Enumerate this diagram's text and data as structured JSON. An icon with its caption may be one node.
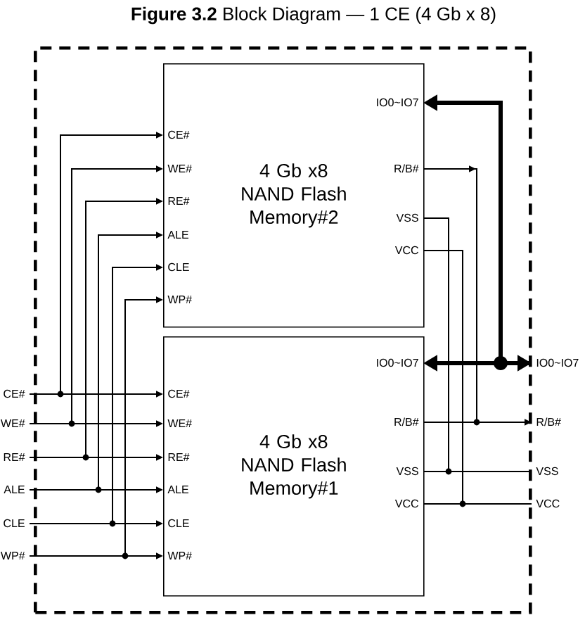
{
  "diagram": {
    "title": "**Figure 3.2** Block Diagram — 1 CE (4 Gb x 8)",
    "nodes": [
      {
        "text": [],
        "shape": "box"
      },
      {
        "text": [
          "4 Gb x8 NAND Flash Memory#2"
        ],
        "in": 0
      },
      {
        "text": [
          "CE#"
        ],
        "in": 1
      },
      {
        "text": [
          "WE#"
        ],
        "in": 1
      },
      {
        "text": [
          "RE#"
        ],
        "in": 1
      },
      {
        "text": [
          "ALE"
        ],
        "in": 1
      },
      {
        "text": [
          "CLE"
        ],
        "in": 1
      },
      {
        "text": [
          "WP#"
        ],
        "in": 1
      },
      {
        "text": [
          "IO0~IO7"
        ],
        "in": 1
      },
      {
        "text": [
          "R/B#"
        ],
        "in": 1
      },
      {
        "text": [
          "VSS"
        ],
        "in": 1
      },
      {
        "text": [
          "VCC"
        ],
        "in": 1
      },
      {
        "text": [
          "4 Gb x8 NAND Flash Memory#1"
        ],
        "in": 0
      },
      {
        "text": [
          "CE#"
        ],
        "in": 12
      },
      {
        "text": [
          "WE#"
        ],
        "in": 12
      },
      {
        "text": [
          "RE#"
        ],
        "in": 12
      },
      {
        "text": [
          "ALE"
        ],
        "in": 12
      },
      {
        "text": [
          "CLE"
        ],
        "in": 12
      },
      {
        "text": [
          "WP#"
        ],
        "in": 12
      },
      {
        "text": [
          "IO0~IO7"
        ],
        "in": 12
      },
      {
        "text": [
          "R/B#"
        ],
        "in": 12
      },
      {
        "text": [
          "VSS"
        ],
        "in": 12
      },
      {
        "text": [
          "VCC"
        ],
        "in": 12
      },
      {
        "text": [
          "CE#"
        ]
      },
      {
        "text": [
          "WE#"
        ]
      },
      {
        "text": [
          "RE#"
        ]
      },
      {
        "text": [
          "ALE"
        ]
      },
      {
        "text": [
          "CLE"
        ]
      },
      {
        "text": [
          "WP#"
        ]
      },
      {
        "text": [
          "IO0~IO7"
        ]
      },
      {
        "text": [
          "R/B#"
        ]
      },
      {
        "text": [
          "VSS"
        ]
      },
      {
        "text": [
          "VCC"
        ]
      }
    ],
    "edges": [
      {
        "from": 23,
        "to": 13,
        "arrow": "to"
      },
      {
        "from": 23,
        "to": 2,
        "arrow": "to"
      },
      {
        "from": 24,
        "to": 14,
        "arrow": "to"
      },
      {
        "from": 24,
        "to": 3,
        "arrow": "to"
      },
      {
        "from": 25,
        "to": 15,
        "arrow": "to"
      },
      {
        "from": 25,
        "to": 4,
        "arrow": "to"
      },
      {
        "from": 26,
        "to": 16,
        "arrow": "to"
      },
      {
        "from": 26,
        "to": 5,
        "arrow": "to"
      },
      {
        "from": 27,
        "to": 17,
        "arrow": "to"
      },
      {
        "from": 27,
        "to": 6,
        "arrow": "to"
      },
      {
        "from": 28,
        "to": 18,
        "arrow": "to"
      },
      {
        "from": 28,
        "to": 7,
        "arrow": "to"
      },
      {
        "from": 19,
        "to": 29,
        "arrow": "both",
        "style": "thick"
      },
      {
        "from": 29,
        "to": 8,
        "arrow": "to",
        "style": "thick"
      },
      {
        "from": 20,
        "to": 30,
        "arrow": "to"
      },
      {
        "from": 9,
        "to": 30,
        "arrow": "to"
      },
      {
        "from": 21,
        "to": 31,
        "arrow": "none"
      },
      {
        "from": 10,
        "to": 31,
        "arrow": "none"
      },
      {
        "from": 22,
        "to": 32,
        "arrow": "none"
      },
      {
        "from": 11,
        "to": 32,
        "arrow": "none"
      }
    ]
  }
}
